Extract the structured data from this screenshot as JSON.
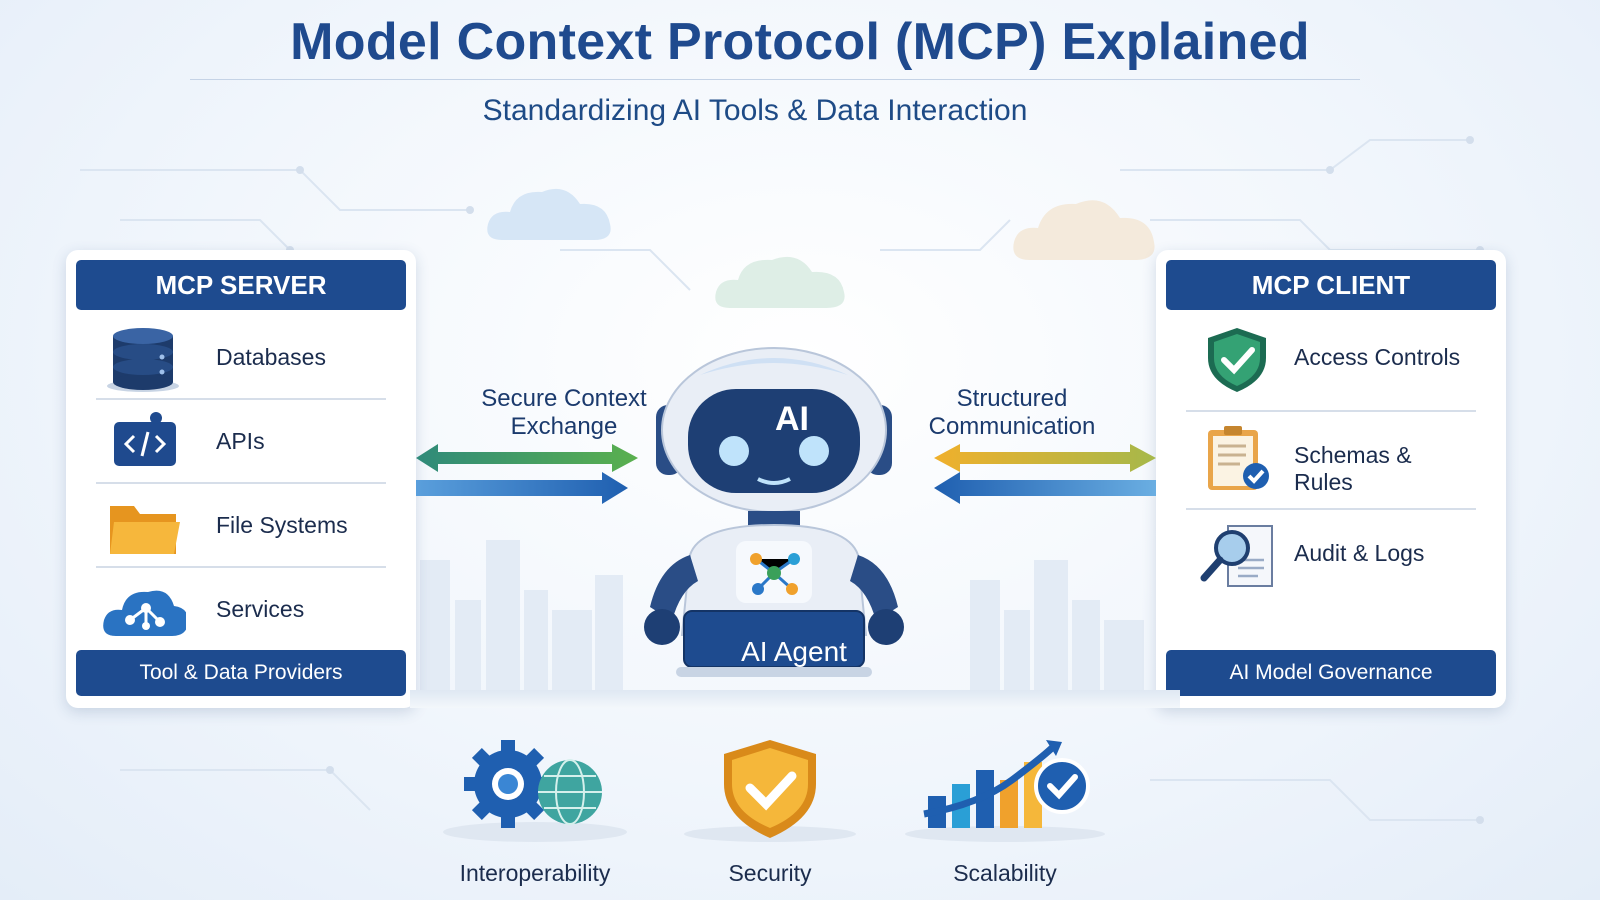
{
  "title": "Model Context Protocol (MCP) Explained",
  "subtitle": "Standardizing AI Tools & Data Interaction",
  "server": {
    "heading": "MCP SERVER",
    "items": [
      {
        "label": "Databases",
        "icon": "database-icon"
      },
      {
        "label": "APIs",
        "icon": "code-icon"
      },
      {
        "label": "File Systems",
        "icon": "folder-icon"
      },
      {
        "label": "Services",
        "icon": "cloud-network-icon"
      }
    ],
    "footer": "Tool & Data Providers"
  },
  "client": {
    "heading": "MCP CLIENT",
    "items": [
      {
        "label": "Access Controls",
        "icon": "shield-check-icon"
      },
      {
        "label": "Schemas & Rules",
        "icon": "clipboard-check-icon"
      },
      {
        "label": "Audit & Logs",
        "icon": "magnifier-document-icon"
      }
    ],
    "footer": "AI Model Governance"
  },
  "center": {
    "left_arrow_label": "Secure Context\nExchange",
    "right_arrow_label": "Structured\nCommunication",
    "robot_face_text": "AI",
    "agent_label": "AI Agent"
  },
  "features": [
    {
      "label": "Interoperability",
      "icon": "gear-globe-icon"
    },
    {
      "label": "Security",
      "icon": "shield-check-icon"
    },
    {
      "label": "Scalability",
      "icon": "growth-chart-icon"
    }
  ],
  "colors": {
    "primary": "#1e4b8f",
    "green": "#3aa05a",
    "blue": "#2a78c8",
    "gold": "#e7a531"
  }
}
